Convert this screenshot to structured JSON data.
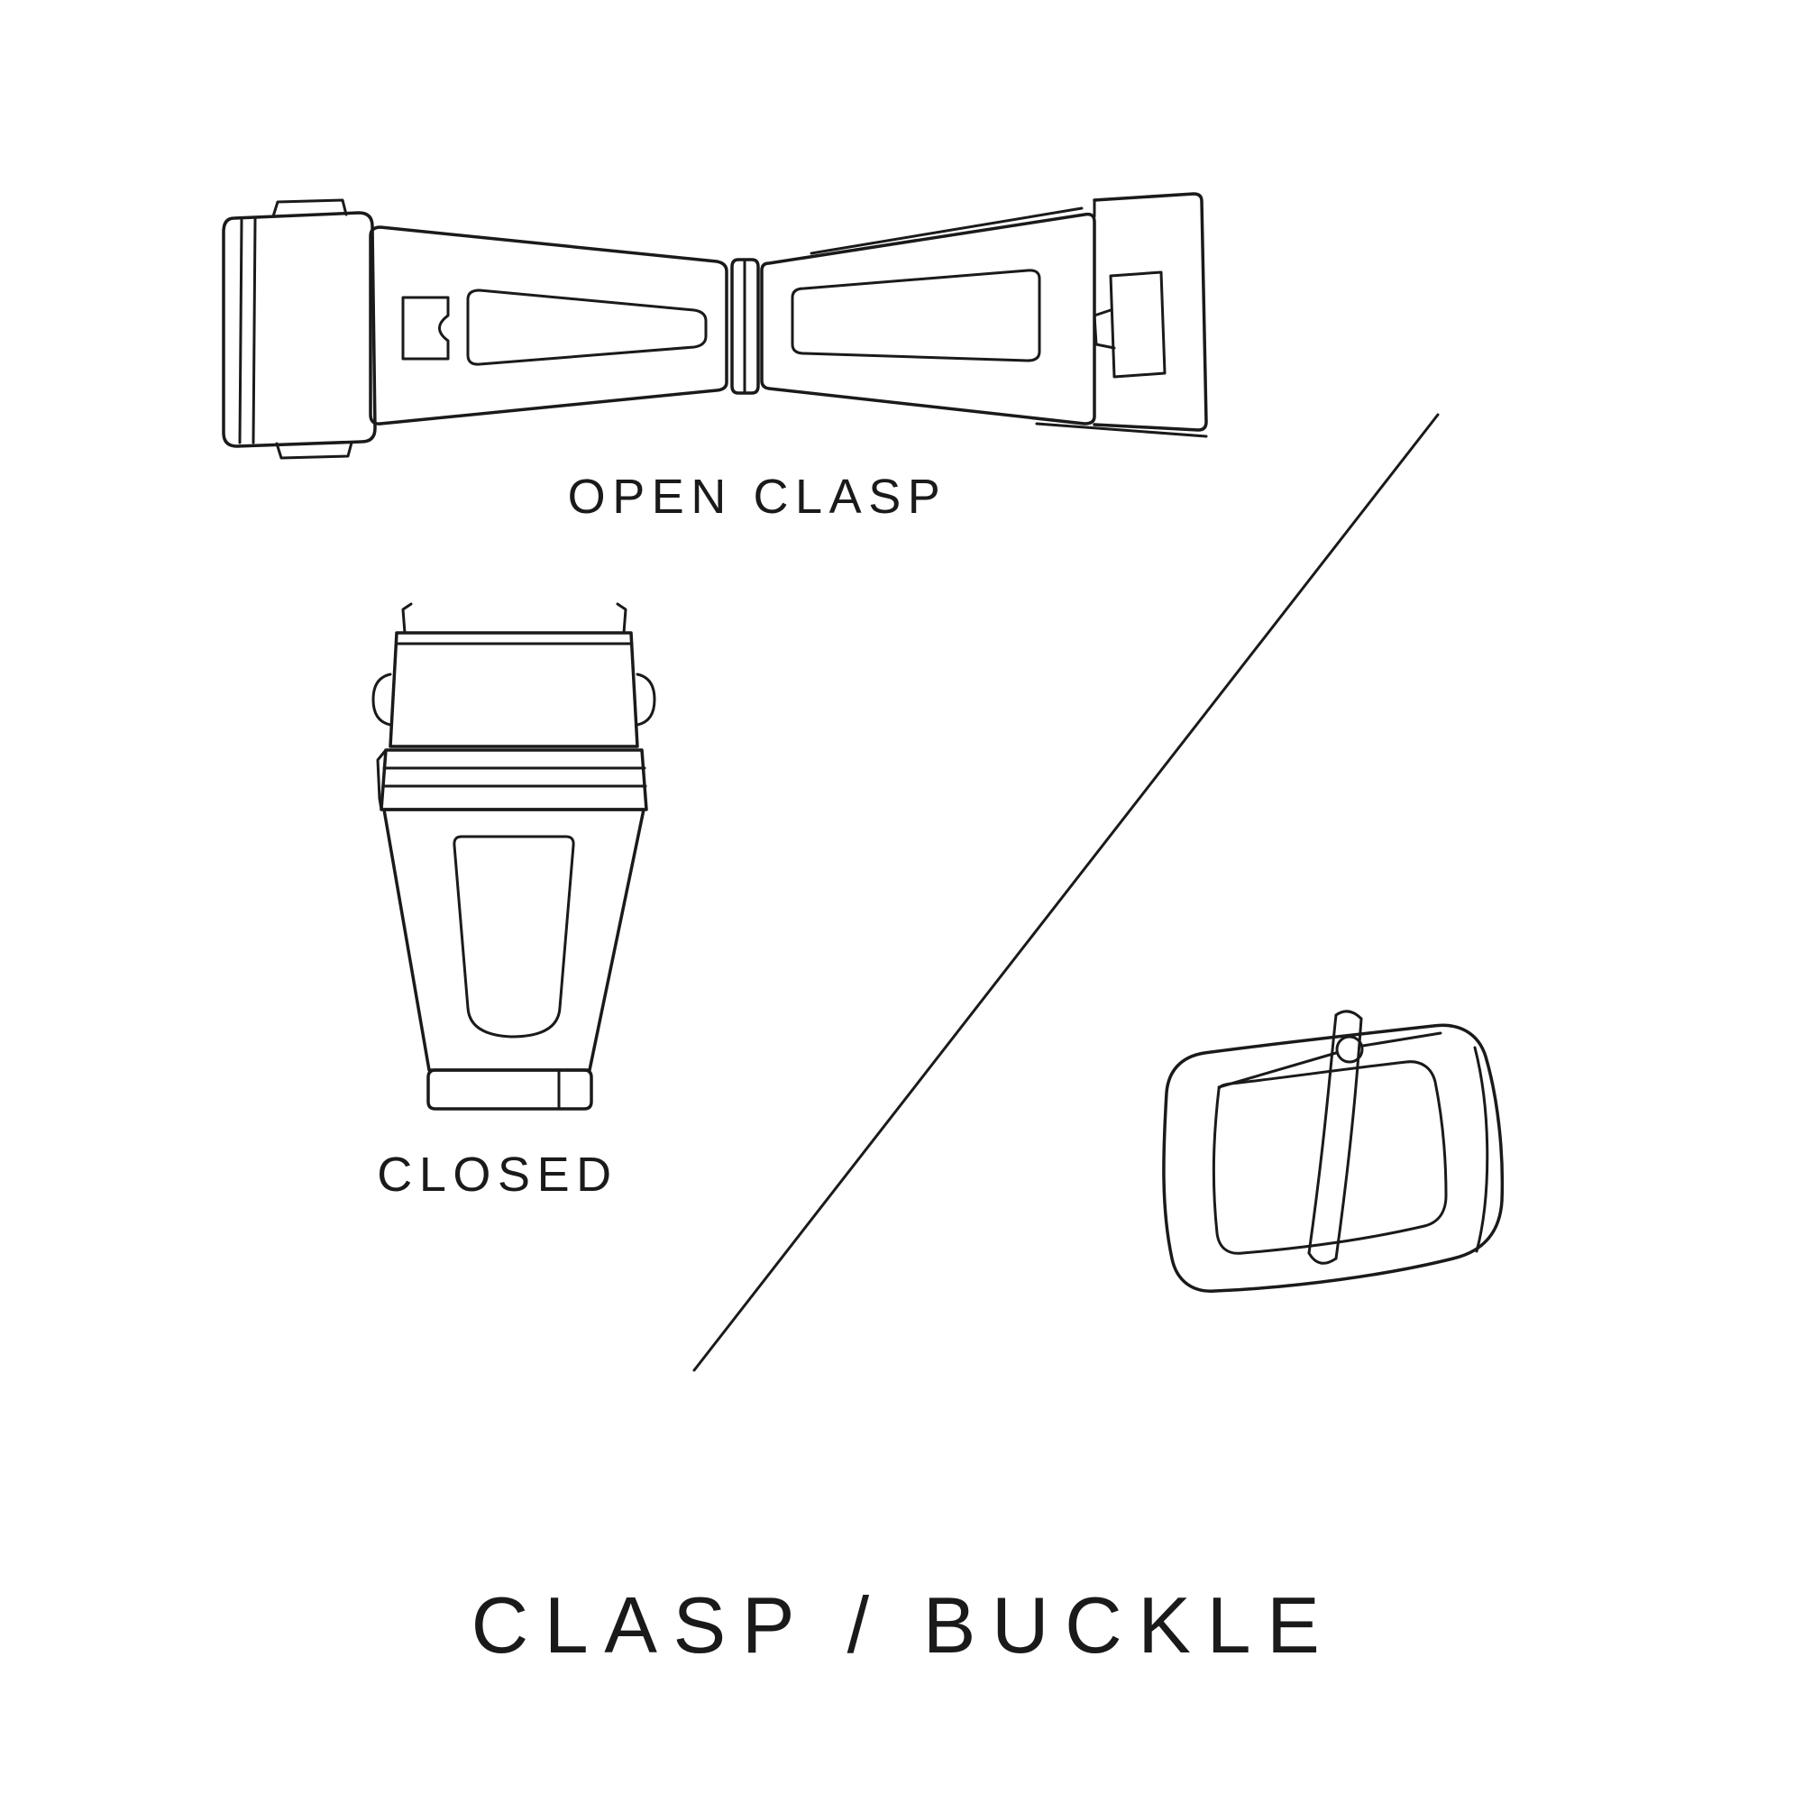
{
  "page": {
    "background_color": "#ffffff",
    "ink_color": "#1a1a1a"
  },
  "labels": {
    "open_clasp": "OPEN CLASP",
    "closed": "CLOSED",
    "title": "CLASP / BUCKLE"
  },
  "illustrations": {
    "open_clasp": "deployant watch clasp shown open, two tapered arms hinged at center with band end links",
    "closed_clasp": "deployant watch clasp shown closed, viewed from above",
    "pin_buckle": "tang / pin buckle with strap loop and pin",
    "divider": "diagonal separator line between clasp diagrams and buckle diagram"
  }
}
